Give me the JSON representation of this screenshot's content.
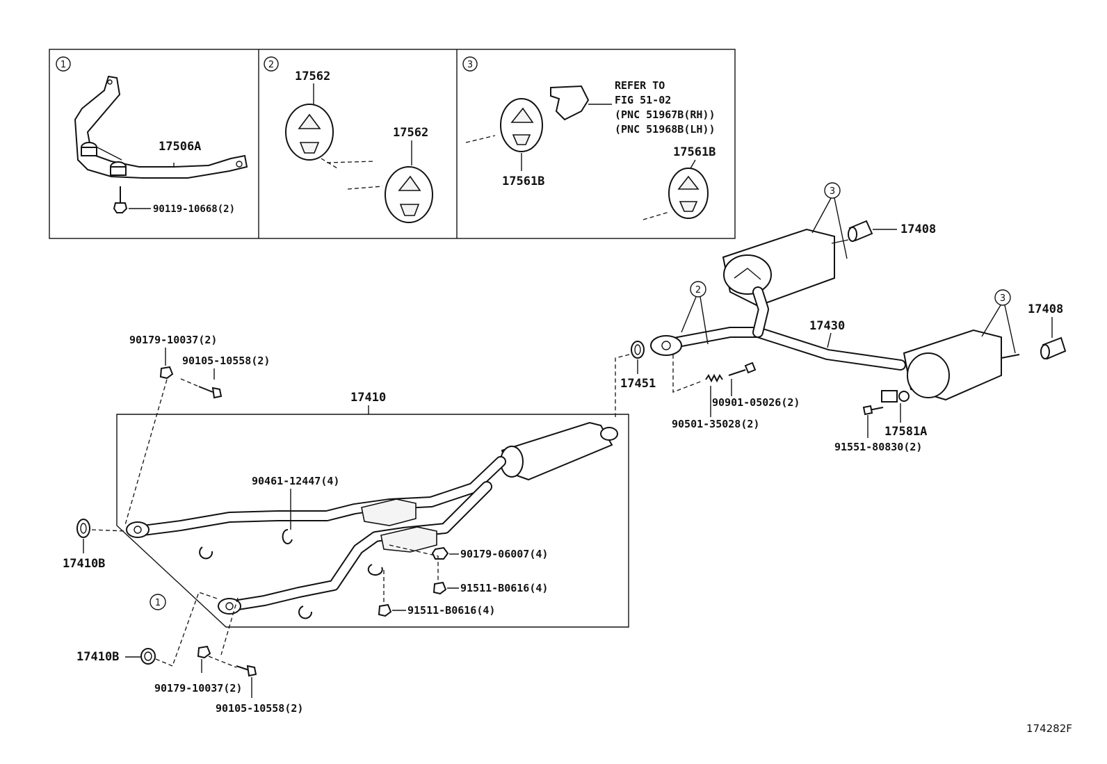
{
  "insets": [
    {
      "number": "1",
      "parts": [
        "17506A",
        "90119-10668(2)"
      ]
    },
    {
      "number": "2",
      "parts": [
        "17562",
        "17562"
      ]
    },
    {
      "number": "3",
      "parts": [
        "17561B",
        "17561B"
      ],
      "note": [
        "REFER TO",
        "FIG 51-02",
        "(PNC 51967B(RH))",
        "(PNC 51968B(LH))"
      ]
    }
  ],
  "callouts": {
    "c1": "1",
    "c2": "2",
    "c3": "3"
  },
  "labels": {
    "p17506A": "17506A",
    "p90119": "90119-10668(2)",
    "p17562a": "17562",
    "p17562b": "17562",
    "p17561Ba": "17561B",
    "p17561Bb": "17561B",
    "p17408a": "17408",
    "p17408b": "17408",
    "p17430": "17430",
    "p17451": "17451",
    "p90901": "90901-05026(2)",
    "p90501": "90501-35028(2)",
    "p17581A": "17581A",
    "p91551": "91551-80830(2)",
    "p17410": "17410",
    "p90179a": "90179-10037(2)",
    "p90105a": "90105-10558(2)",
    "p90461": "90461-12447(4)",
    "p17410Ba": "17410B",
    "p90179b": "90179-06007(4)",
    "p91511a": "91511-B0616(4)",
    "p91511b": "91511-B0616(4)",
    "p17410Bb": "17410B",
    "p90179c": "90179-10037(2)",
    "p90105b": "90105-10558(2)"
  },
  "figure_id": "174282F"
}
